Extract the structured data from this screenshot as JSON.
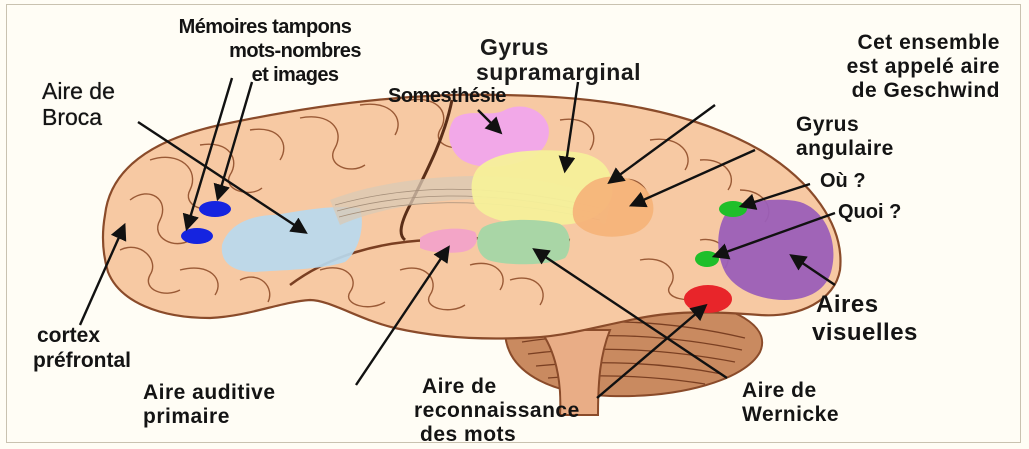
{
  "diagram": {
    "labels": {
      "memoires": [
        "Mémoires tampons",
        "mots-nombres",
        "et images"
      ],
      "broca": [
        "Aire de",
        "Broca"
      ],
      "gyrus_supramarginal": [
        "Gyrus",
        "supramarginal"
      ],
      "geschwind": [
        "Cet ensemble",
        "est appelé aire",
        "de Geschwind"
      ],
      "somesthesie": "Somesthésie",
      "gyrus_angulaire": [
        "Gyrus",
        "angulaire"
      ],
      "ou": "Où ?",
      "quoi": "Quoi ?",
      "aires_visuelles": [
        "Aires",
        "visuelles"
      ],
      "cortex_prefrontal": [
        "cortex",
        "préfrontal"
      ],
      "aire_auditive": [
        "Aire auditive",
        "primaire"
      ],
      "reconnaissance": [
        "Aire de",
        "reconnaissance",
        "des mots"
      ],
      "wernicke": [
        "Aire de",
        "Wernicke"
      ]
    },
    "colors": {
      "background": "#fffdf5",
      "brain": "#f7c9a3",
      "brain_outline": "#8a4b2a",
      "cerebellum": "#c98a60",
      "broca_area": "#b9d9ee",
      "memory_spots": "#1524e0",
      "somesthesia": "#f2a8e8",
      "supramarginal": "#f6f09a",
      "angular": "#f6b47a",
      "word_recognition": "#a9d6a6",
      "auditory": "#f3a5c7",
      "visual_areas": "#9b5fb8",
      "where_what_dots": "#1fbf2a",
      "wernicke_dot": "#e8252a"
    }
  }
}
